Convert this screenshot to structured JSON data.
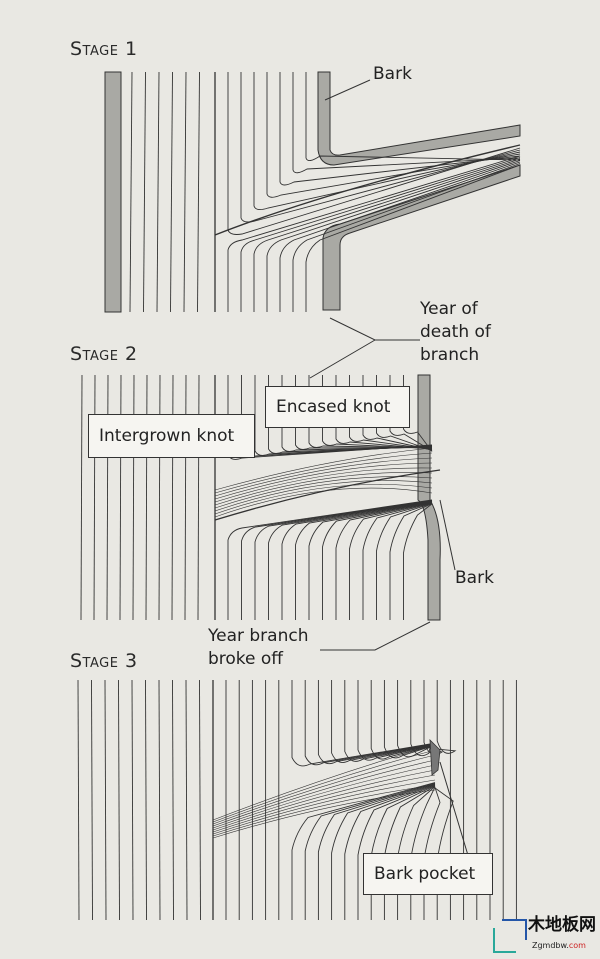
{
  "stages": [
    {
      "title": "Stage 1",
      "labels": {
        "bark": "Bark"
      }
    },
    {
      "title": "Stage 2",
      "labels": {
        "encased_knot": "Encased knot",
        "intergrown_knot": "Intergrown knot",
        "bark": "Bark"
      }
    },
    {
      "title": "Stage 3",
      "labels": {
        "bark_pocket": "Bark pocket"
      }
    }
  ],
  "annotations": {
    "year_of_death": [
      "Year of",
      "death of",
      "branch"
    ],
    "year_broke_off": [
      "Year branch",
      "broke off"
    ]
  },
  "watermark": {
    "name": "木地板网",
    "site": "Zgmdbw.",
    "tld": "com"
  },
  "colors": {
    "background": "#e9e8e3",
    "bark": "#a9a9a4",
    "line": "#333333"
  }
}
